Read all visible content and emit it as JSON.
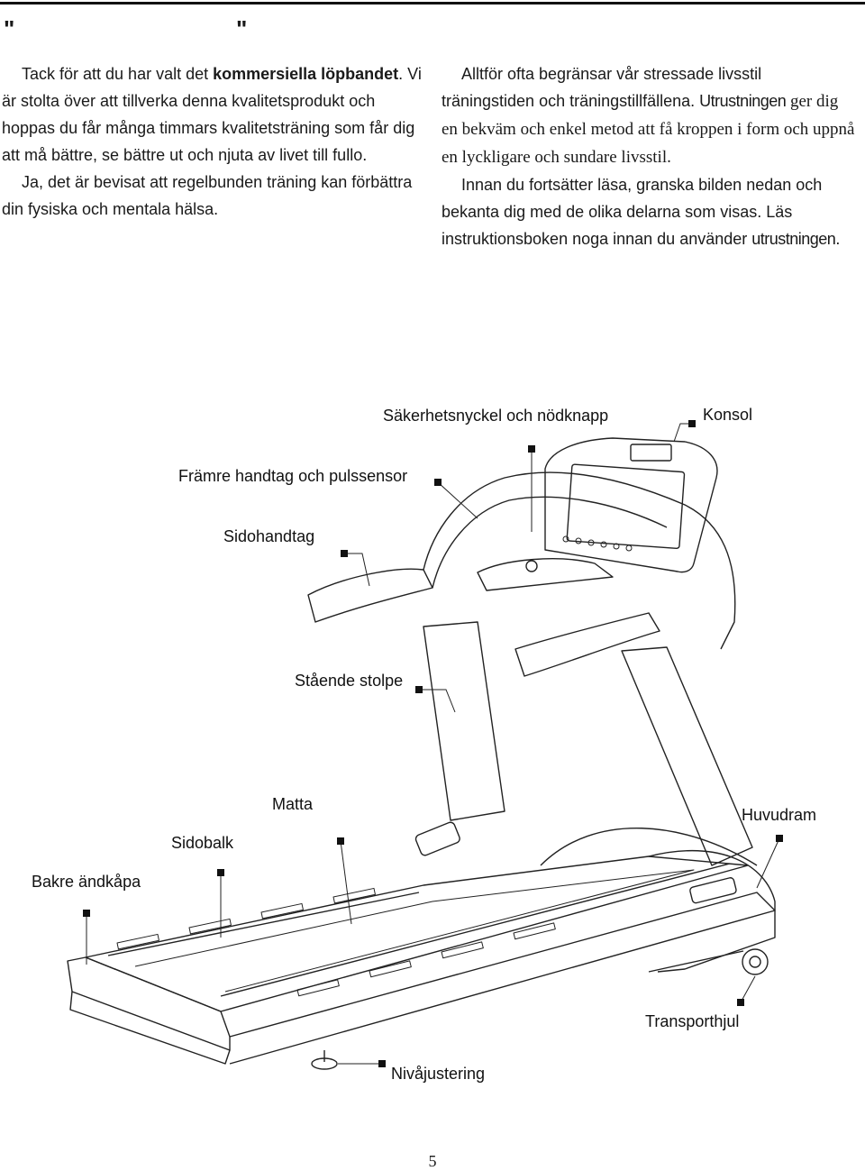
{
  "header": {
    "open_quote": "\"",
    "close_quote": "\""
  },
  "left_column": {
    "p1_a": "Tack för att du har valt det ",
    "p1_bold": "kommersiella löpbandet",
    "p1_b": ". Vi är stolta över att tillverka denna kvalitetsprodukt och hoppas du får många timmars kvalitetsträning som får dig att må bättre, se bättre ut och njuta av livet till fullo.",
    "p2": "Ja, det är bevisat att regelbunden träning kan förbättra din fysiska och mentala hälsa."
  },
  "right_column": {
    "p1_a": "Alltför ofta begränsar vår stressade livsstil träningstiden och träningstillfällena. ",
    "p1_b": "Utrustningen",
    "p1_c": " ger dig en bekväm och enkel metod att få kroppen i form och uppnå en lyckligare och sundare livsstil.",
    "p2_a": "Innan du fortsätter läsa, granska bilden nedan och bekanta dig med de olika delarna som visas. Läs instruktionsboken noga innan du använder ",
    "p2_b": "utrustningen."
  },
  "labels": {
    "safety_key": "Säkerhetsnyckel och nödknapp",
    "console": "Konsol",
    "front_handle": "Främre handtag och pulssensor",
    "side_handle": "Sidohandtag",
    "upright": "Stående stolpe",
    "belt": "Matta",
    "main_frame": "Huvudram",
    "side_rail": "Sidobalk",
    "rear_cap": "Bakre ändkåpa",
    "transport_wheel": "Transporthjul",
    "leveler": "Nivåjustering"
  },
  "page_number": "5"
}
